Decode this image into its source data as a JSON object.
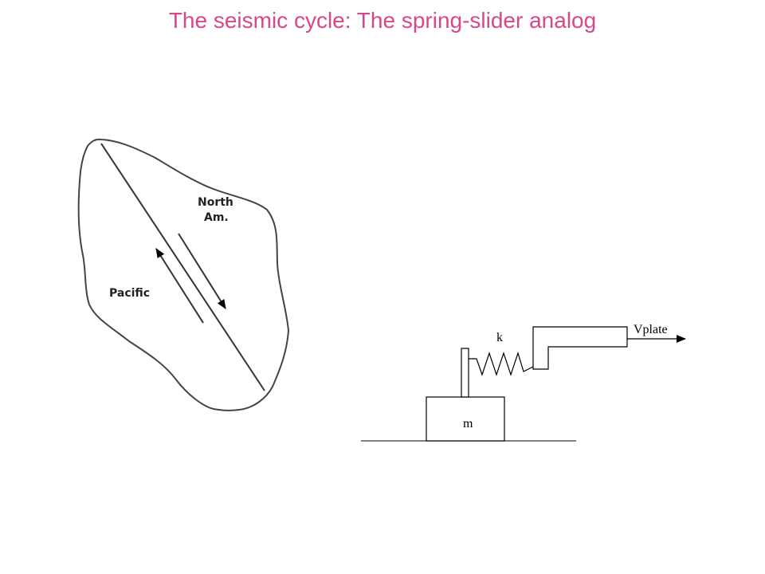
{
  "title": "The seismic cycle: The spring-slider analog",
  "colors": {
    "title": "#d9478b",
    "line": "#000000",
    "outline": "#444444",
    "background": "#ffffff"
  },
  "map": {
    "label_north_line1": "North",
    "label_north_line2": "Am.",
    "label_pacific": "Pacific"
  },
  "slider": {
    "spring_label": "k",
    "mass_label": "m",
    "velocity_label": "Vplate"
  }
}
